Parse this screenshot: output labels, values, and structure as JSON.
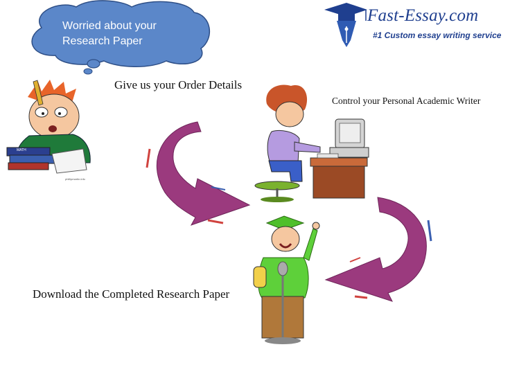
{
  "speech_bubble": {
    "text_line1": "Worried about your",
    "text_line2": "Research Paper"
  },
  "brand": {
    "name": "Fast-Essay.com",
    "tagline": "#1 Custom essay writing service"
  },
  "steps": {
    "step1": "Give us your  Order Details",
    "step2": "Control your Personal Academic Writer",
    "step3": "Download the Completed Research Paper"
  },
  "book_label": "MATH",
  "clipart_credit": "phillipmartin.info",
  "colors": {
    "cloud": "#5b87c9",
    "brand_blue": "#1f3f8f",
    "arrow": "#9b3a7e",
    "arrow_accent": "#d0433f"
  }
}
